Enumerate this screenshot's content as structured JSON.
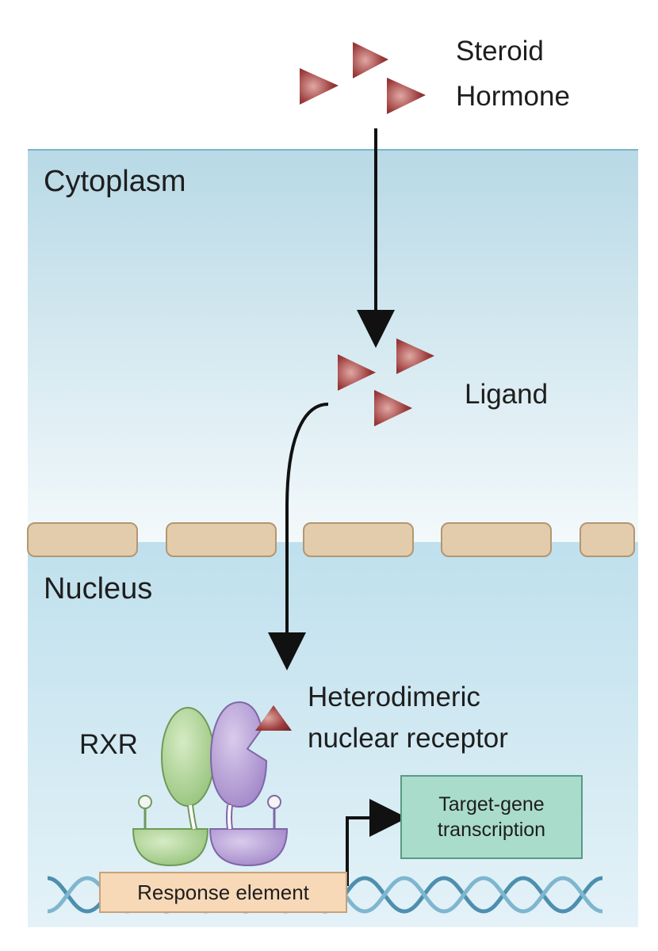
{
  "labels": {
    "steroid": "Steroid",
    "hormone": "Hormone",
    "cytoplasm": "Cytoplasm",
    "ligand": "Ligand",
    "nucleus": "Nucleus",
    "heterodimeric": "Heterodimeric",
    "nuclear_receptor": "nuclear receptor",
    "rxr": "RXR",
    "target_gene_line1": "Target-gene",
    "target_gene_line2": "transcription",
    "response_element": "Response element"
  },
  "colors": {
    "hormone_triangle": "#9c3b3b",
    "cytoplasm_top": "#b8d9e6",
    "cytoplasm_bottom": "#f3f9fb",
    "nucleus": "#c4e2ee",
    "nuclear_pore": "#e3ccab",
    "rxr_subunit": "#a6cf8e",
    "partner_subunit": "#b39ad2",
    "target_box": "#a9dccb",
    "response_box": "#f7d9b8",
    "dna": "#4d8fae"
  }
}
